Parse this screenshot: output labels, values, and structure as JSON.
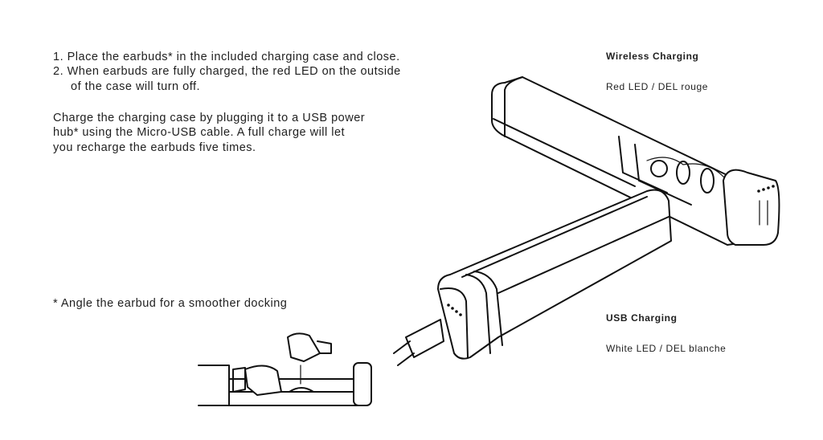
{
  "instructions": {
    "step1": "1. Place the earbuds* in the included charging case and close.",
    "step2_line1": "2. When earbuds are fully charged, the red LED on the outside",
    "step2_line2": "of the case will turn off.",
    "charge_line1": "Charge the charging case by plugging it to a USB power",
    "charge_line2": "hub* using the Micro-USB cable. A full charge will let",
    "charge_line3": "you recharge the earbuds five times."
  },
  "footnote": "* Angle the earbud for a smoother docking",
  "wireless": {
    "title": "Wireless Charging",
    "led": "Red LED / DEL rouge"
  },
  "usb": {
    "title": "USB Charging",
    "led": "White LED / DEL blanche"
  }
}
